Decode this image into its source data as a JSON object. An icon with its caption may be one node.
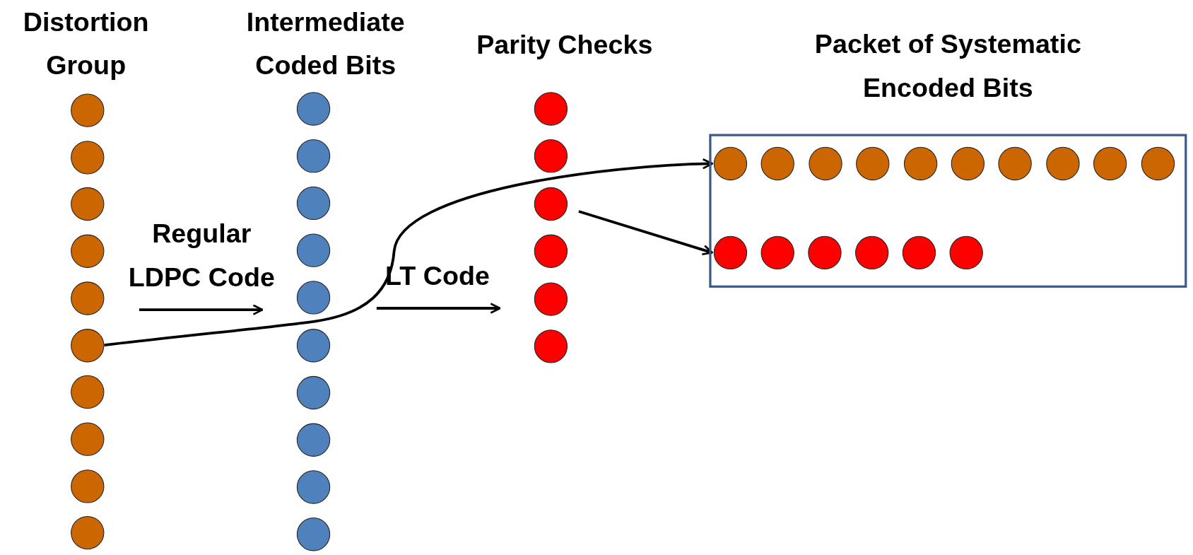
{
  "diagram": {
    "nodes": [
      {
        "text": [],
        "shape": "circle"
      },
      {
        "text": [],
        "shape": "circle"
      },
      {
        "text": [],
        "shape": "circle"
      },
      {
        "text": [],
        "shape": "circle"
      },
      {
        "text": [],
        "shape": "circle"
      },
      {
        "text": [],
        "shape": "circle"
      },
      {
        "text": [],
        "shape": "circle"
      },
      {
        "text": [],
        "shape": "circle"
      },
      {
        "text": [],
        "shape": "circle"
      },
      {
        "text": [],
        "shape": "circle"
      },
      {
        "text": [],
        "shape": "circle"
      },
      {
        "text": [],
        "shape": "circle"
      },
      {
        "text": [],
        "shape": "circle"
      },
      {
        "text": [],
        "shape": "circle"
      },
      {
        "text": [],
        "shape": "circle"
      },
      {
        "text": [],
        "shape": "circle"
      },
      {
        "text": [],
        "shape": "circle"
      },
      {
        "text": [],
        "shape": "circle"
      },
      {
        "text": [],
        "shape": "circle"
      },
      {
        "text": [],
        "shape": "circle"
      },
      {
        "text": [],
        "shape": "circle"
      },
      {
        "text": [],
        "shape": "circle"
      },
      {
        "text": [],
        "shape": "circle"
      },
      {
        "text": [],
        "shape": "circle"
      },
      {
        "text": [],
        "shape": "circle"
      },
      {
        "text": [],
        "shape": "circle"
      },
      {
        "text": [
          "Packet of Systematic Encoded Bits"
        ]
      },
      {
        "text": [],
        "shape": "circle",
        "in": 26
      },
      {
        "text": [],
        "shape": "circle",
        "in": 26
      },
      {
        "text": [],
        "shape": "circle",
        "in": 26
      },
      {
        "text": [],
        "shape": "circle",
        "in": 26
      },
      {
        "text": [],
        "shape": "circle",
        "in": 26
      },
      {
        "text": [],
        "shape": "circle",
        "in": 26
      },
      {
        "text": [],
        "shape": "circle",
        "in": 26
      },
      {
        "text": [],
        "shape": "circle",
        "in": 26
      },
      {
        "text": [],
        "shape": "circle",
        "in": 26
      },
      {
        "text": [],
        "shape": "circle",
        "in": 26
      },
      {
        "text": [],
        "shape": "circle",
        "in": 26
      },
      {
        "text": [],
        "shape": "circle",
        "in": 26
      },
      {
        "text": [],
        "shape": "circle",
        "in": 26
      },
      {
        "text": [],
        "shape": "circle",
        "in": 26
      },
      {
        "text": [],
        "shape": "circle",
        "in": 26
      },
      {
        "text": [],
        "shape": "circle",
        "in": 26
      }
    ],
    "edges": [
      {
        "from": 5,
        "to": 27,
        "arrow": "to"
      },
      {
        "from": 22,
        "to": 37,
        "arrow": "to"
      }
    ],
    "labels": [
      "Distortion Group",
      "Intermediate Coded Bits",
      "Parity Checks",
      "Regular LDPC Code",
      "LT Code"
    ]
  }
}
